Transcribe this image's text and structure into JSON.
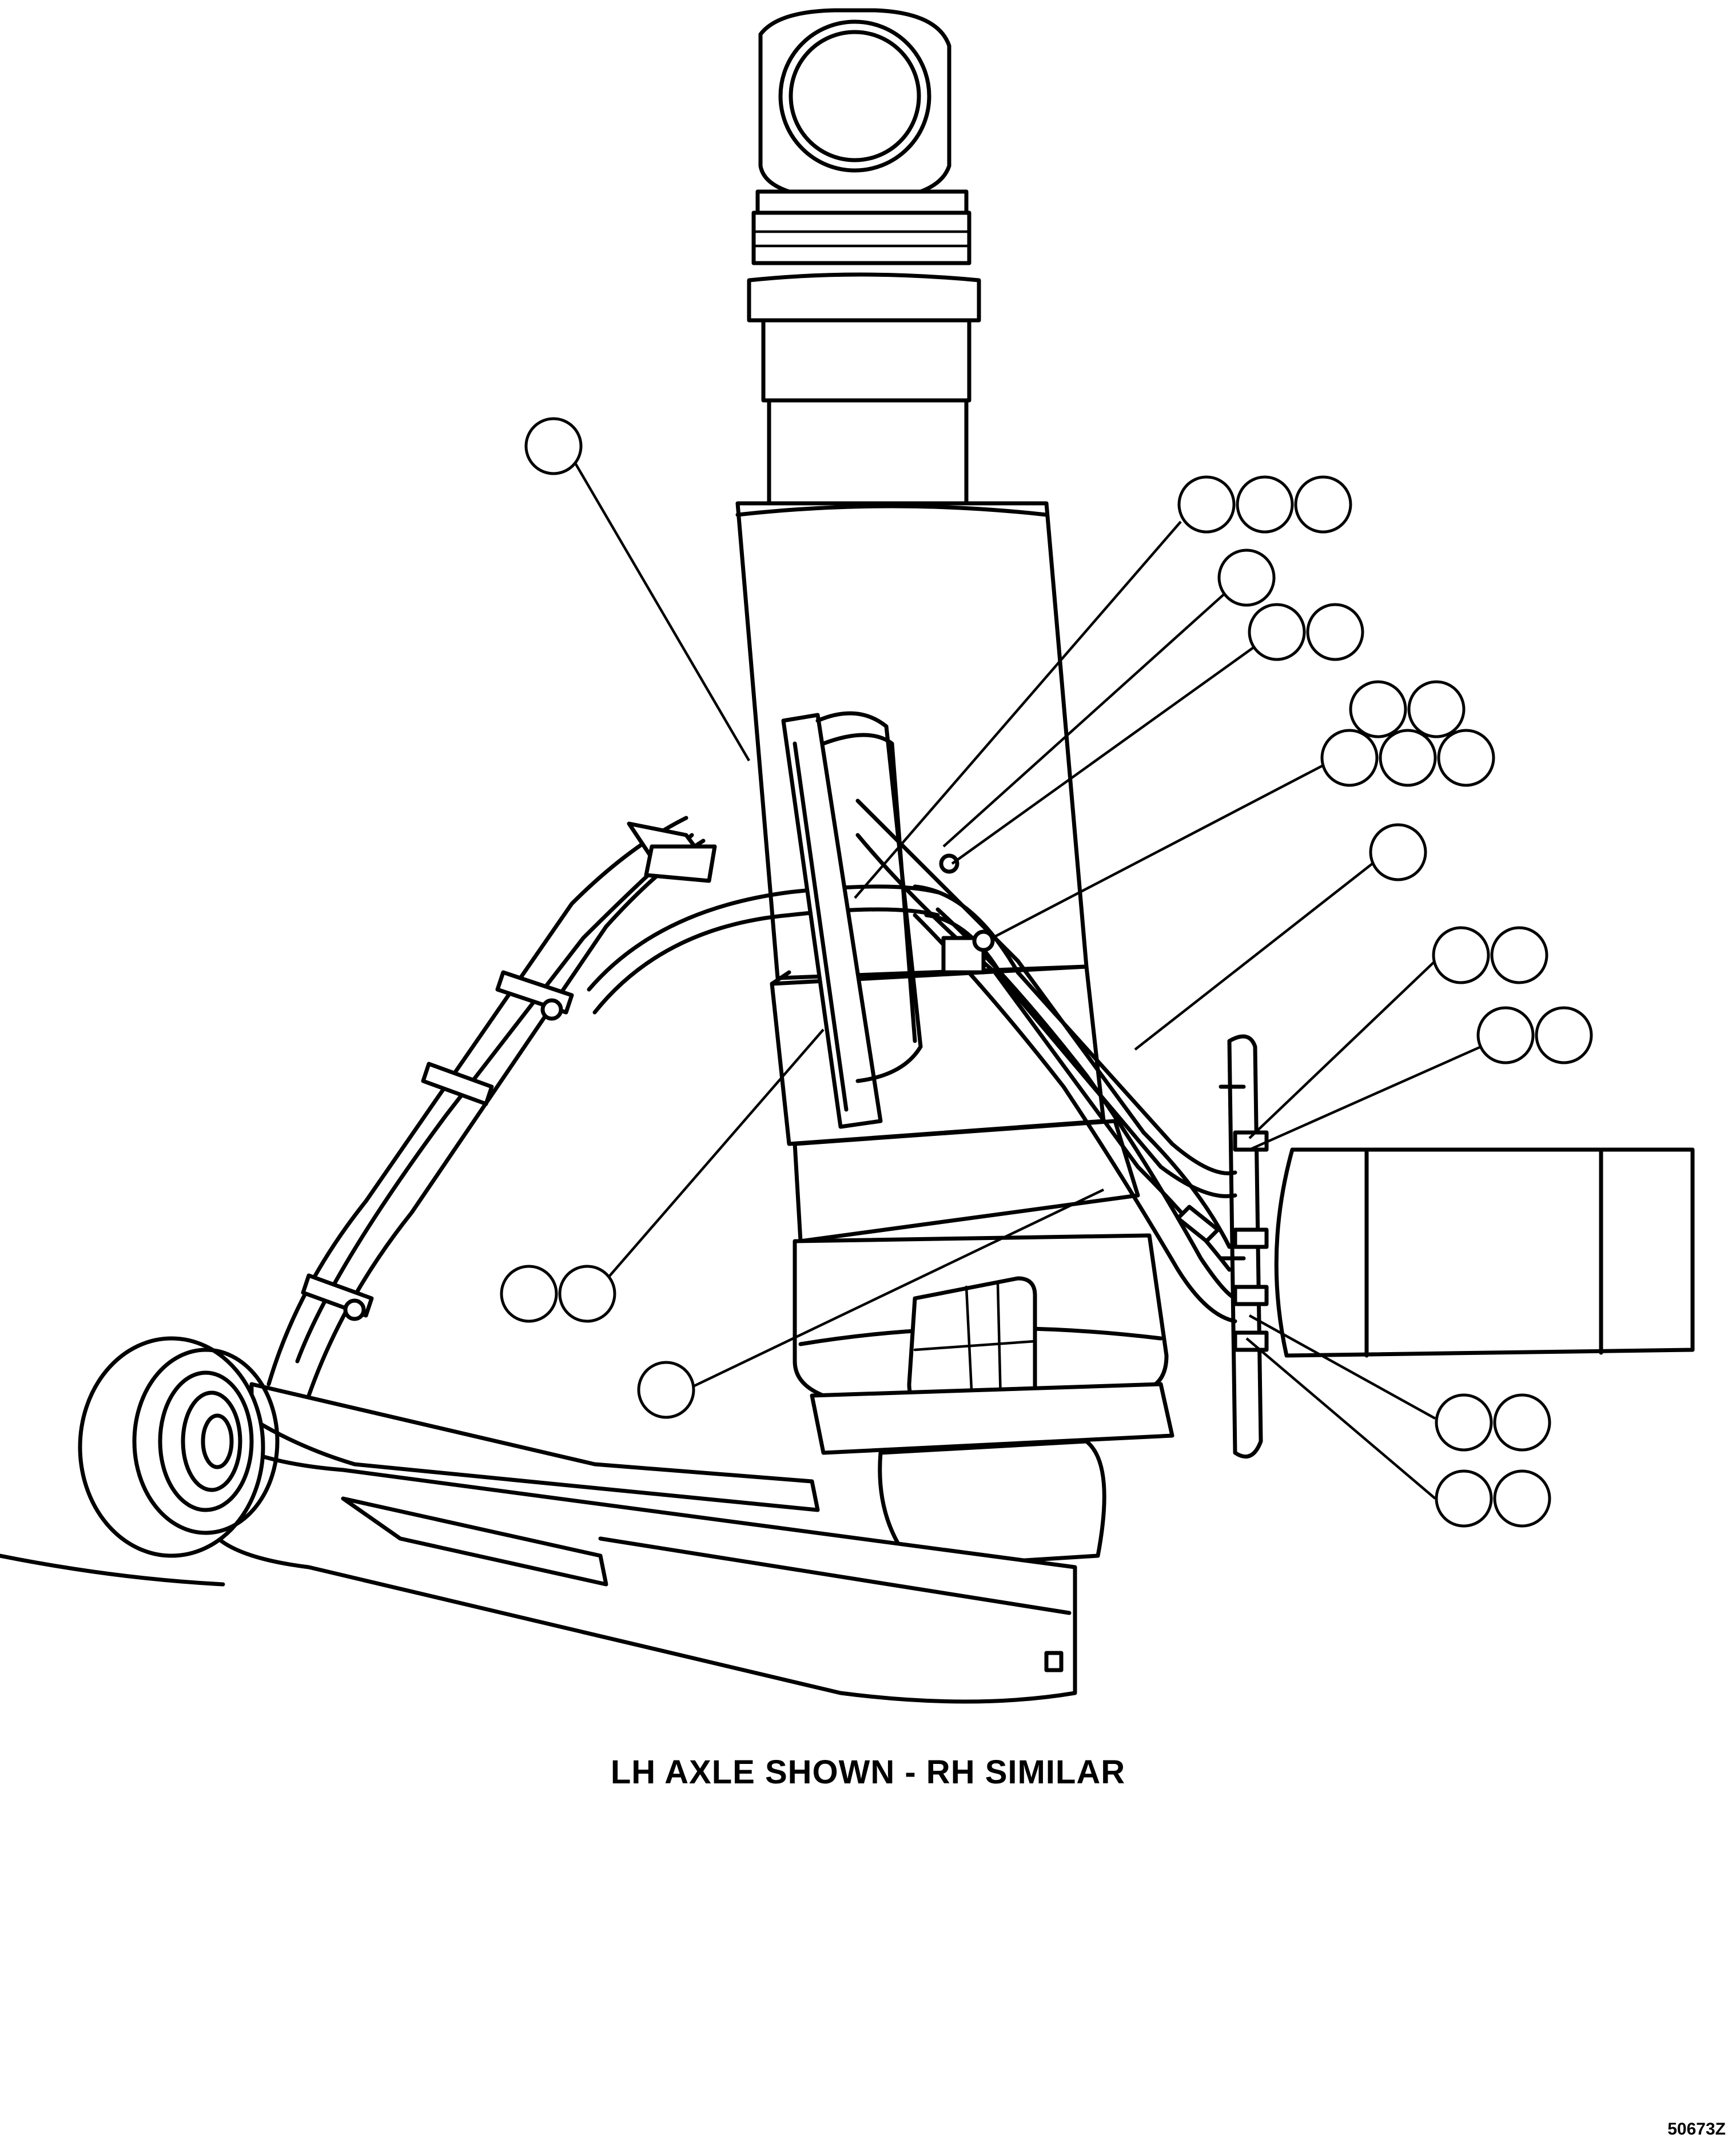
{
  "caption": "LH AXLE SHOWN - RH SIMILAR",
  "drawing_number": "50673Z",
  "callouts": [
    {
      "name": "callout-upper-left",
      "count": 1
    },
    {
      "name": "callout-top-right-row",
      "count": 3
    },
    {
      "name": "callout-right-single",
      "count": 1
    },
    {
      "name": "callout-right-pair",
      "count": 2
    },
    {
      "name": "callout-right-stack",
      "count": 5
    },
    {
      "name": "callout-right-mid",
      "count": 1
    },
    {
      "name": "callout-right-flange-a",
      "count": 2
    },
    {
      "name": "callout-right-flange-b",
      "count": 2
    },
    {
      "name": "callout-right-lower-a",
      "count": 2
    },
    {
      "name": "callout-right-lower-b",
      "count": 2
    },
    {
      "name": "callout-left-mid",
      "count": 2
    },
    {
      "name": "callout-bottom-center",
      "count": 1
    }
  ]
}
